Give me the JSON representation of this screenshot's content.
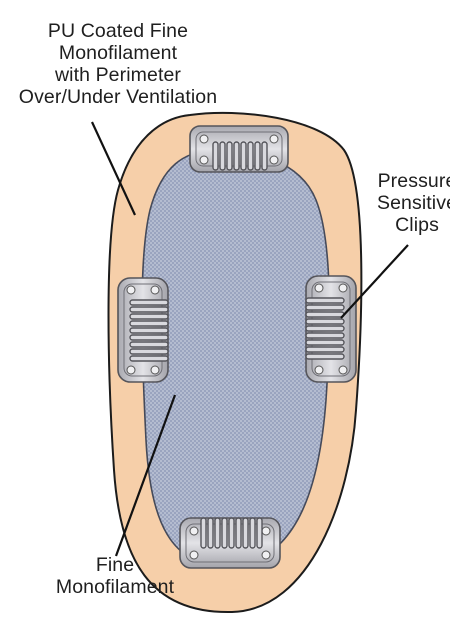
{
  "labels": {
    "pu_coated": {
      "lines": [
        "PU Coated Fine",
        "Monofilament",
        "with Perimeter",
        "Over/Under Ventilation"
      ]
    },
    "clips": {
      "lines": [
        "Pressure",
        "Sensitive",
        "Clips"
      ]
    },
    "fine_mono": {
      "lines": [
        "Fine",
        "Monofilament"
      ]
    }
  },
  "colors": {
    "perimeter_fill": "#f6cfa9",
    "mesh_fill": "#9aa4bf",
    "mesh_dot": "#c5cbdc",
    "clip_metal": "#c9c9ce",
    "clip_shadow": "#8d8d93",
    "outline": "#1c1c1c"
  }
}
